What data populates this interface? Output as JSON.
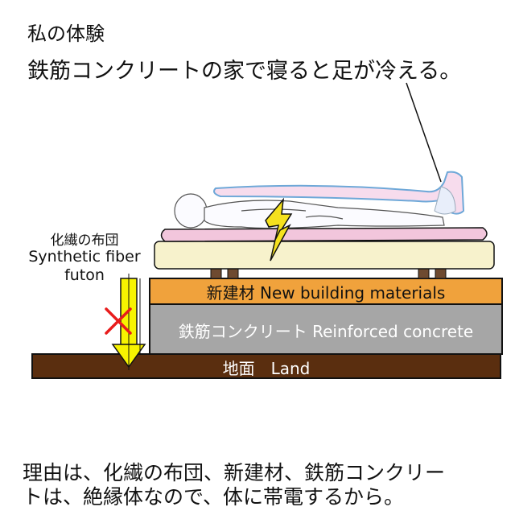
{
  "heading": "私の体験",
  "subtitle": "鉄筋コンクリートの家で寝ると足が冷える。",
  "futon_label": {
    "ja": "化繊の布団",
    "en_line1": "Synthetic fiber",
    "en_line2": "futon"
  },
  "layers": {
    "new_building": "新建材 New building materials",
    "concrete": "鉄筋コンクリート Reinforced concrete",
    "ground": "地面　Land"
  },
  "reason": {
    "line1": "理由は、化繊の布団、新建材、鉄筋コンクリー",
    "line2": "トは、絶縁体なので、体に帯電するから。"
  },
  "colors": {
    "ground": "#5a2e0f",
    "concrete": "#a6a6a6",
    "new_building": "#f0a23c",
    "mattress": "#f7f2cc",
    "blanket": "#f2c6dc",
    "leg": "#6e4a30",
    "lightning": "#f5e11e",
    "arrow": "#f7f300",
    "cross": "#e81c1c"
  },
  "icons": [
    "lightning-icon",
    "down-arrow-icon",
    "cross-icon",
    "sleeping-person-icon"
  ]
}
